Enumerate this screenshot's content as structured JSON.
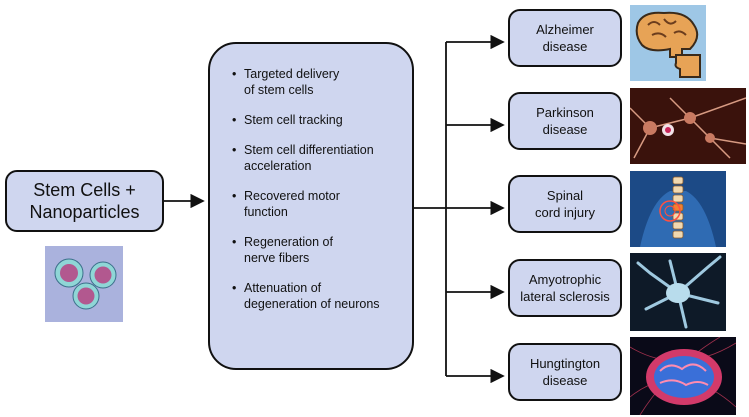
{
  "source": {
    "line1": "Stem Cells +",
    "line2": "Nanoparticles"
  },
  "benefits": [
    "Targeted delivery\nof stem cells",
    "Stem cell tracking",
    "Stem cell differentiation\nacceleration",
    "Recovered motor\nfunction",
    "Regeneration of\nnerve fibers",
    "Attenuation of\ndegeneration of neurons"
  ],
  "bullet": "•",
  "diseases": [
    {
      "label": "Alzheimer\ndisease",
      "icon": "alzheimer-puzzle-brain-icon"
    },
    {
      "label": "Parkinson\ndisease",
      "icon": "neuron-network-icon"
    },
    {
      "label": "Spinal\ncord injury",
      "icon": "spine-injury-icon"
    },
    {
      "label": "Amyotrophic\nlateral sclerosis",
      "icon": "motor-neuron-icon"
    },
    {
      "label": "Hungtington\ndisease",
      "icon": "glowing-brain-icon"
    }
  ],
  "colors": {
    "box_fill": "#cfd6ef",
    "border": "#111111",
    "cells_bg": "#aab2dd",
    "cell_outer": "#8fd6d6",
    "cell_nucleus": "#b2588f"
  }
}
